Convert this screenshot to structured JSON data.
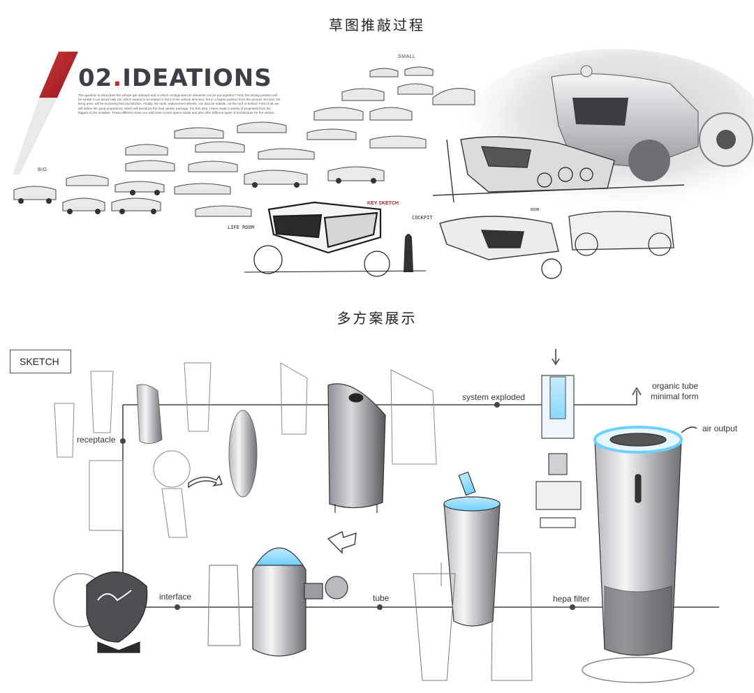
{
  "headings": {
    "top": "草图推敲过程",
    "bottom": "多方案展示"
  },
  "ideation": {
    "title_number": "02",
    "title_word": "IDEATIONS",
    "paragraph": "The question is what does the vehicle get onboard and in which configuration its elements can be put together? First, the driving position will be similar to an actual rally car, which means to be seated in front of the vehicle direction, but in a higher position from the ground. Second, the living area, will be enclosing bed and kitchen. Finally, the tools, replacement wheels, can also be outside, on the roof or behind. First of all, we will define the good proportions, which will introduce the final vehicle package. For this step, I have made a variety of proposals from the biggest to the smallest. These different sizes can add more or less space inside and also offer different types of architecture for the vehicle.",
    "label_small": "SMALL",
    "label_big": "BIG",
    "label_key_sketch": "KEY SKETCH",
    "hand_cockpit": "COCKPIT",
    "hand_life_room": "LIFE ROOM",
    "hand_room": "ROOM",
    "brand_red": "#c0282d"
  },
  "sketch": {
    "tag": "SKETCH",
    "labels": {
      "receptacle": "receptacle",
      "system_exploded": "system exploded",
      "organic_tube": "organic tube",
      "minimal_form": "minimal form",
      "air_output": "air output",
      "interface": "interface",
      "tube": "tube",
      "hepa_filter": "hepa filter"
    },
    "glow_color": "#6fd0ff"
  }
}
